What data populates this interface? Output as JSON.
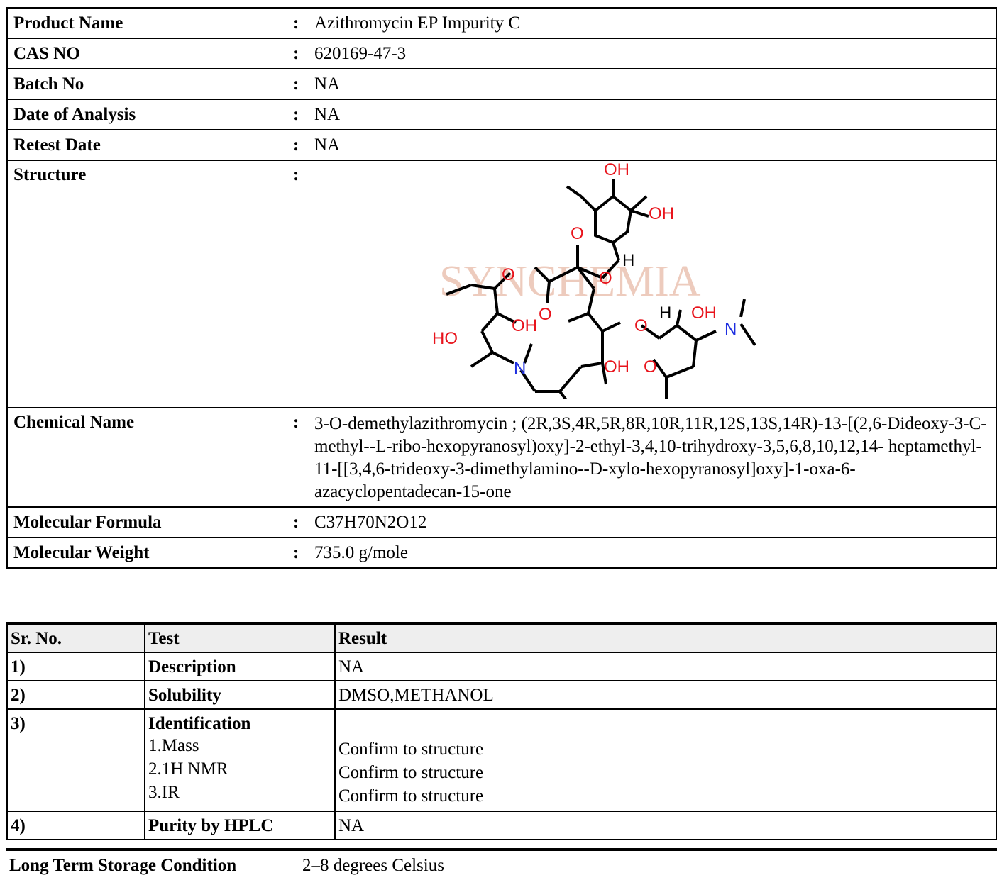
{
  "info": {
    "product_name": {
      "label": "Product Name",
      "value": "Azithromycin EP Impurity C"
    },
    "cas_no": {
      "label": "CAS NO",
      "value": "620169-47-3"
    },
    "batch_no": {
      "label": "Batch No",
      "value": "NA"
    },
    "date_of_analysis": {
      "label": "Date of Analysis",
      "value": "NA"
    },
    "retest_date": {
      "label": "Retest Date",
      "value": "NA"
    },
    "structure": {
      "label": "Structure"
    },
    "chemical_name": {
      "label": "Chemical Name",
      "value": "3-O-demethylazithromycin ; (2R,3S,4R,5R,8R,10R,11R,12S,13S,14R)-13-[(2,6-Dideoxy-3-C-methyl--L-ribo-hexopyranosyl)oxy]-2-ethyl-3,4,10-trihydroxy-3,5,6,8,10,12,14- heptamethyl-11-[[3,4,6-trideoxy-3-dimethylamino--D-xylo-hexopyranosyl]oxy]-1-oxa-6-azacyclopentadecan-15-one"
    },
    "molecular_formula": {
      "label": "Molecular Formula",
      "value": "C37H70N2O12"
    },
    "molecular_weight": {
      "label": "Molecular Weight",
      "value": "735.0 g/mole"
    },
    "colon": ":"
  },
  "structure_labels": {
    "watermark": "SYNCHEMIA",
    "oh": "OH",
    "ho": "HO",
    "o": "O",
    "n": "N",
    "h": "H"
  },
  "results": {
    "headers": {
      "sr": "Sr. No.",
      "test": "Test",
      "result": "Result"
    },
    "rows": [
      {
        "sr": "1)",
        "test": "Description",
        "result": "NA"
      },
      {
        "sr": "2)",
        "test": "Solubility",
        "result": "DMSO,METHANOL"
      },
      {
        "sr": "3)",
        "test": "Identification",
        "subs": [
          {
            "name": "1.Mass",
            "result": "Confirm to structure"
          },
          {
            "name": "2.1H NMR",
            "result": "Confirm to structure"
          },
          {
            "name": "3.IR",
            "result": "Confirm to structure"
          }
        ]
      },
      {
        "sr": "4)",
        "test": "Purity by HPLC",
        "result": "NA"
      }
    ]
  },
  "storage": {
    "label": "Long Term Storage Condition",
    "value": "2–8 degrees Celsius"
  }
}
